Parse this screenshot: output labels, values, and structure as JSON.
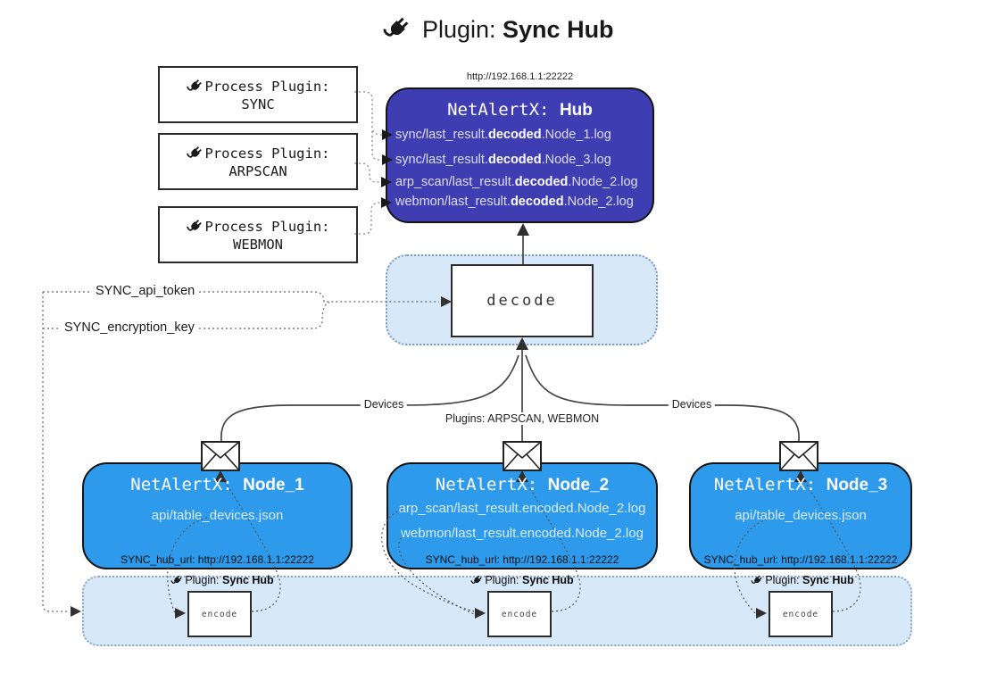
{
  "title": {
    "prefix": "Plugin:",
    "name": "Sync Hub"
  },
  "hub": {
    "url_label": "http://192.168.1.1:22222",
    "name_prefix": "NetAlertX:",
    "name": "Hub",
    "files": [
      {
        "pre": "sync/last_result.",
        "bold": "decoded",
        "post": ".Node_1.log"
      },
      {
        "pre": "sync/last_result.",
        "bold": "decoded",
        "post": ".Node_3.log"
      },
      {
        "pre": "arp_scan/last_result.",
        "bold": "decoded",
        "post": ".Node_2.log"
      },
      {
        "pre": "webmon/last_result.",
        "bold": "decoded",
        "post": ".Node_2.log"
      }
    ]
  },
  "process_plugins": [
    {
      "label": "Process Plugin:",
      "name": "SYNC"
    },
    {
      "label": "Process Plugin:",
      "name": "ARPSCAN"
    },
    {
      "label": "Process Plugin:",
      "name": "WEBMON"
    }
  ],
  "decode": {
    "label": "decode"
  },
  "secrets": {
    "api_token": "SYNC_api_token",
    "encryption_key": "SYNC_encryption_key"
  },
  "edges": {
    "devices_left": "Devices",
    "devices_right": "Devices",
    "plugins_label": "Plugins: ARPSCAN, WEBMON"
  },
  "nodes": [
    {
      "name_prefix": "NetAlertX:",
      "name": "Node_1",
      "files": [
        "api/table_devices.json"
      ],
      "hub_url": "SYNC_hub_url: http://192.168.1.1:22222"
    },
    {
      "name_prefix": "NetAlertX:",
      "name": "Node_2",
      "files": [
        "arp_scan/last_result.encoded.Node_2.log",
        "webmon/last_result.encoded.Node_2.log"
      ],
      "hub_url": "SYNC_hub_url: http://192.168.1.1:22222"
    },
    {
      "name_prefix": "NetAlertX:",
      "name": "Node_3",
      "files": [
        "api/table_devices.json"
      ],
      "hub_url": "SYNC_hub_url: http://192.168.1.1:22222"
    }
  ],
  "encoder": {
    "plugin_label": "Plugin:",
    "plugin_name": "Sync Hub",
    "encode_label": "encode"
  },
  "colors": {
    "hub": "#3E3EB2",
    "node": "#2E9AEC",
    "panel": "#D7E8F8"
  }
}
